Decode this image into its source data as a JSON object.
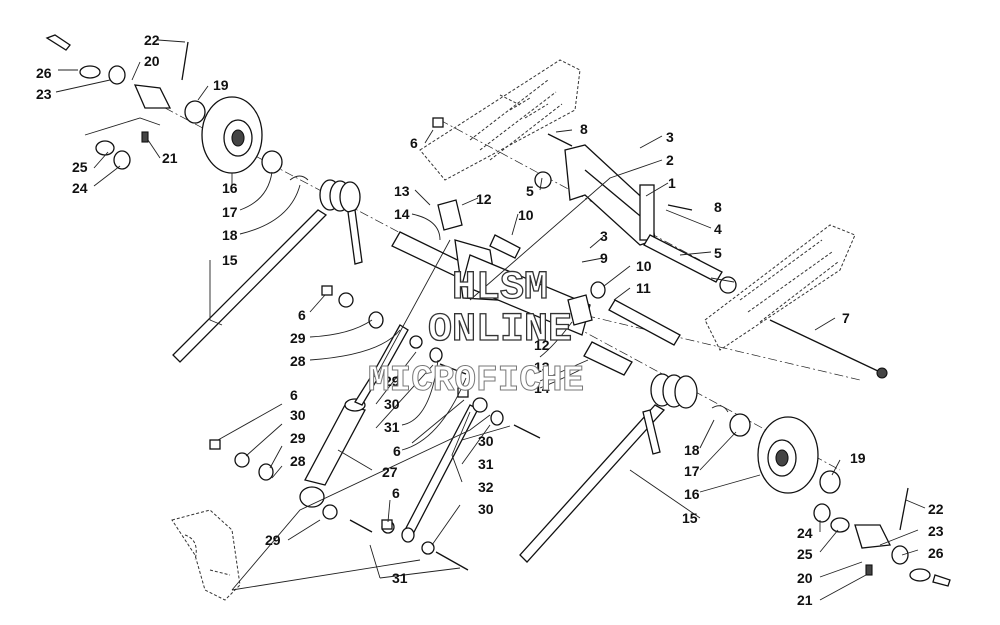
{
  "labels": {
    "l1": "1",
    "l2": "2",
    "l3a": "3",
    "l3b": "3",
    "l4": "4",
    "l5a": "5",
    "l5b": "5",
    "l6a": "6",
    "l6b": "6",
    "l6c": "6",
    "l6d": "6",
    "l6e": "6",
    "l7": "7",
    "l8a": "8",
    "l8b": "8",
    "l9": "9",
    "l10a": "10",
    "l10b": "10",
    "l11": "11",
    "l12a": "12",
    "l12b": "12",
    "l13a": "13",
    "l13b": "13",
    "l14a": "14",
    "l14b": "14",
    "l15a": "15",
    "l15b": "15",
    "l16a": "16",
    "l16b": "16",
    "l17a": "17",
    "l17b": "17",
    "l18a": "18",
    "l18b": "18",
    "l19a": "19",
    "l19b": "19",
    "l20a": "20",
    "l20b": "20",
    "l21a": "21",
    "l21b": "21",
    "l22a": "22",
    "l22b": "22",
    "l23a": "23",
    "l23b": "23",
    "l24a": "24",
    "l24b": "24",
    "l25a": "25",
    "l25b": "25",
    "l26a": "26",
    "l26b": "26",
    "l27": "27",
    "l28a": "28",
    "l28b": "28",
    "l29a": "29",
    "l29b": "29",
    "l29c": "29",
    "l29d": "29",
    "l30a": "30",
    "l30b": "30",
    "l30c": "30",
    "l30d": "30",
    "l31a": "31",
    "l31b": "31",
    "l31c": "31",
    "l32": "32"
  },
  "watermark": {
    "line1": "HLSM",
    "line2": "ONLINE",
    "line3": "MICROFICHE"
  }
}
